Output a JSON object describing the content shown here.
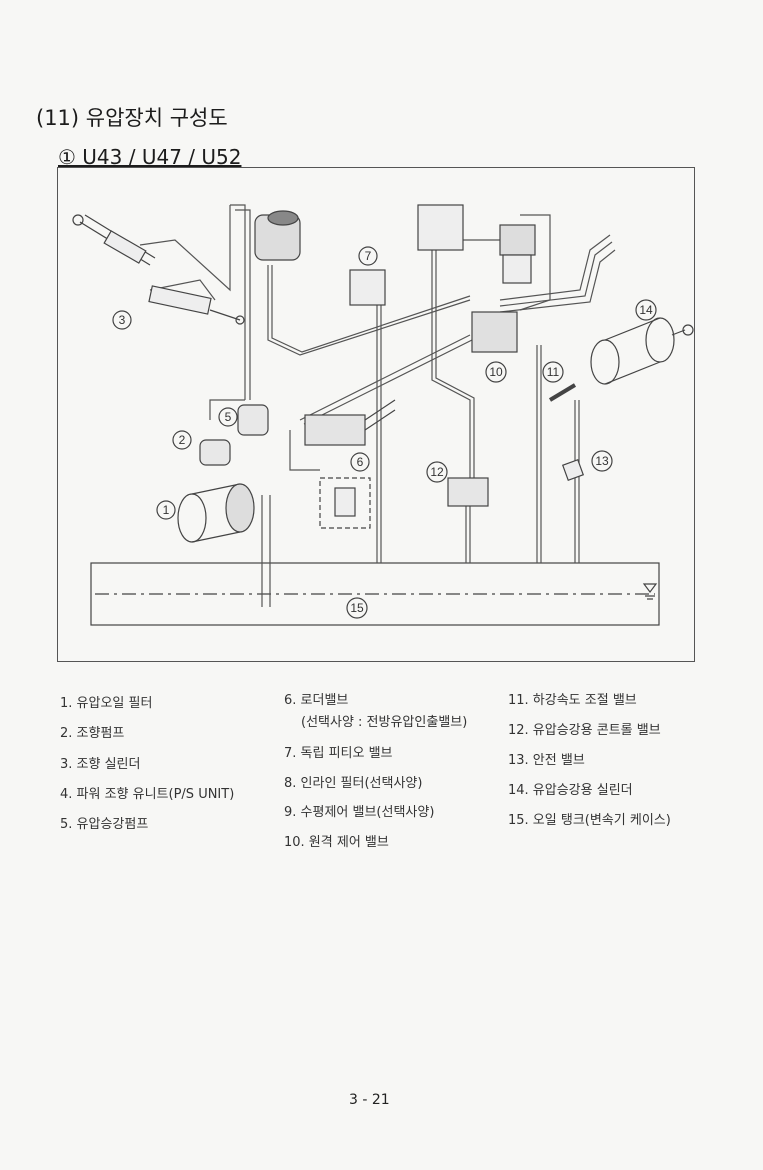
{
  "title": "(11) 유압장치 구성도",
  "subtitle": "① U43 / U47 / U52",
  "diagram": {
    "callouts": [
      "1",
      "2",
      "3",
      "5",
      "6",
      "7",
      "10",
      "11",
      "12",
      "13",
      "14",
      "15"
    ]
  },
  "legend": {
    "col1": [
      "1. 유압오일 필터",
      "2. 조향펌프",
      "3. 조향 실린더",
      "4. 파워 조향 유니트(P/S UNIT)",
      "5. 유압승강펌프"
    ],
    "col2": [
      "6. 로더밸브",
      "(선택사양 : 전방유압인출밸브)",
      "7. 독립 피티오 밸브",
      "8. 인라인 필터(선택사양)",
      "9. 수평제어 밸브(선택사양)",
      "10. 원격 제어 밸브"
    ],
    "col3": [
      "11. 하강속도 조절 밸브",
      "12. 유압승강용 콘트롤 밸브",
      "13. 안전 밸브",
      "14. 유압승강용 실린더",
      "15. 오일 탱크(변속기 케이스)"
    ]
  },
  "page_number": "3 - 21"
}
